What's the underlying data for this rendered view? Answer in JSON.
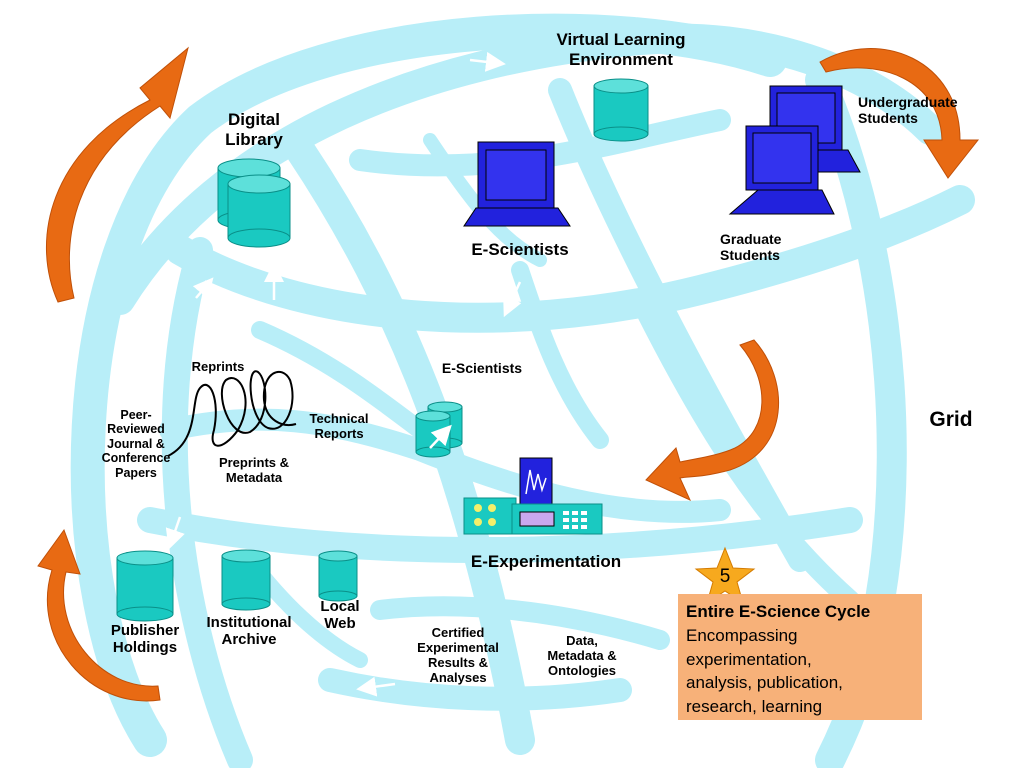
{
  "labels": {
    "vle": "Virtual Learning\nEnvironment",
    "digital_library": "Digital\nLibrary",
    "undergrad": "Undergraduate\nStudents",
    "e_scientists_top": "E-Scientists",
    "graduate": "Graduate\nStudents",
    "reprints": "Reprints",
    "e_scientists_mid": "E-Scientists",
    "peer_reviewed": "Peer-\nReviewed\nJournal &\nConference\nPapers",
    "technical_reports": "Technical\nReports",
    "preprints": "Preprints &\nMetadata",
    "grid": "Grid",
    "e_experimentation": "E-Experimentation",
    "publisher": "Publisher\nHoldings",
    "institutional": "Institutional\nArchive",
    "local_web": "Local\nWeb",
    "certified": "Certified\nExperimental\nResults &\nAnalyses",
    "data_meta": "Data,\nMetadata &\nOntologies"
  },
  "star_number": "5",
  "callout": {
    "title": "Entire E-Science Cycle",
    "body": "Encompassing\nexperimentation,\nanalysis, publication,\nresearch, learning"
  },
  "colors": {
    "globe_band": "#b8eef8",
    "cylinder": "#1ac9c1",
    "laptop": "#2222dd",
    "arrow": "#f07a1a",
    "callout": "#f7b179",
    "star": "#f7a91e"
  }
}
